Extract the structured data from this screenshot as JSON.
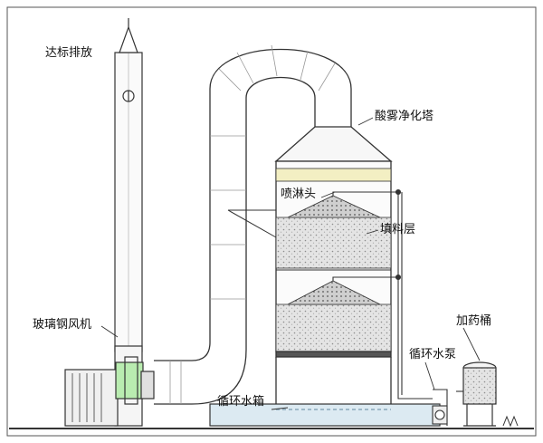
{
  "labels": {
    "exhaust": "达标排放",
    "tower": "酸雾净化塔",
    "spray_head": "喷淋头",
    "packing": "填料层",
    "fan": "玻璃钢风机",
    "dosing": "加药桶",
    "pump": "循环水泵",
    "tank": "循环水箱"
  },
  "colors": {
    "line": "#333333",
    "packing_fill": "#d9d9d9",
    "demister": "#f3efc3",
    "fan": "#b9ecb0",
    "water": "#dceaf2"
  }
}
